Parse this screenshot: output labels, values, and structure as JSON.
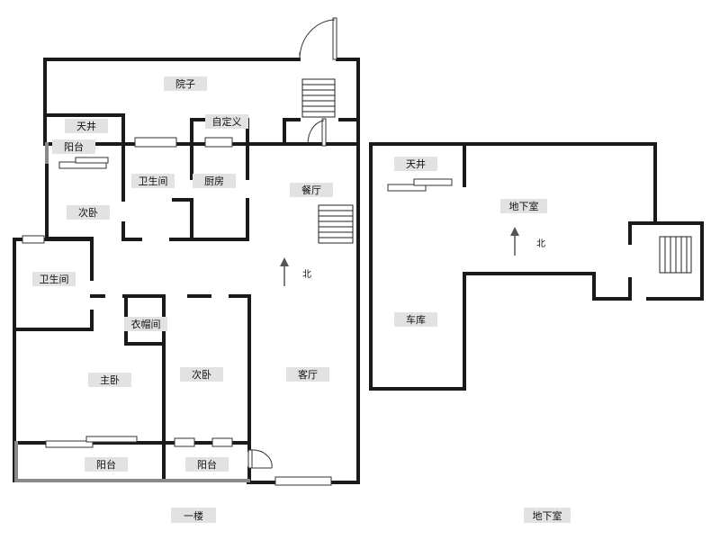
{
  "rooms": [
    {
      "id": "courtyard",
      "label": "院子"
    },
    {
      "id": "light-well-1",
      "label": "天井"
    },
    {
      "id": "balcony-top",
      "label": "阳台"
    },
    {
      "id": "custom",
      "label": "自定义"
    },
    {
      "id": "bathroom-1",
      "label": "卫生间"
    },
    {
      "id": "kitchen",
      "label": "厨房"
    },
    {
      "id": "dining",
      "label": "餐厅"
    },
    {
      "id": "bedroom-2a",
      "label": "次卧"
    },
    {
      "id": "bathroom-2",
      "label": "卫生间"
    },
    {
      "id": "closet",
      "label": "衣帽间"
    },
    {
      "id": "master",
      "label": "主卧"
    },
    {
      "id": "bedroom-2b",
      "label": "次卧"
    },
    {
      "id": "living",
      "label": "客厅"
    },
    {
      "id": "balcony-1",
      "label": "阳台"
    },
    {
      "id": "balcony-2",
      "label": "阳台"
    },
    {
      "id": "light-well-2",
      "label": "天井"
    },
    {
      "id": "basement-room",
      "label": "地下室"
    },
    {
      "id": "garage",
      "label": "车库"
    }
  ],
  "north": {
    "first_floor": "北",
    "basement": "北"
  },
  "captions": {
    "first_floor": "一楼",
    "basement": "地下室"
  }
}
